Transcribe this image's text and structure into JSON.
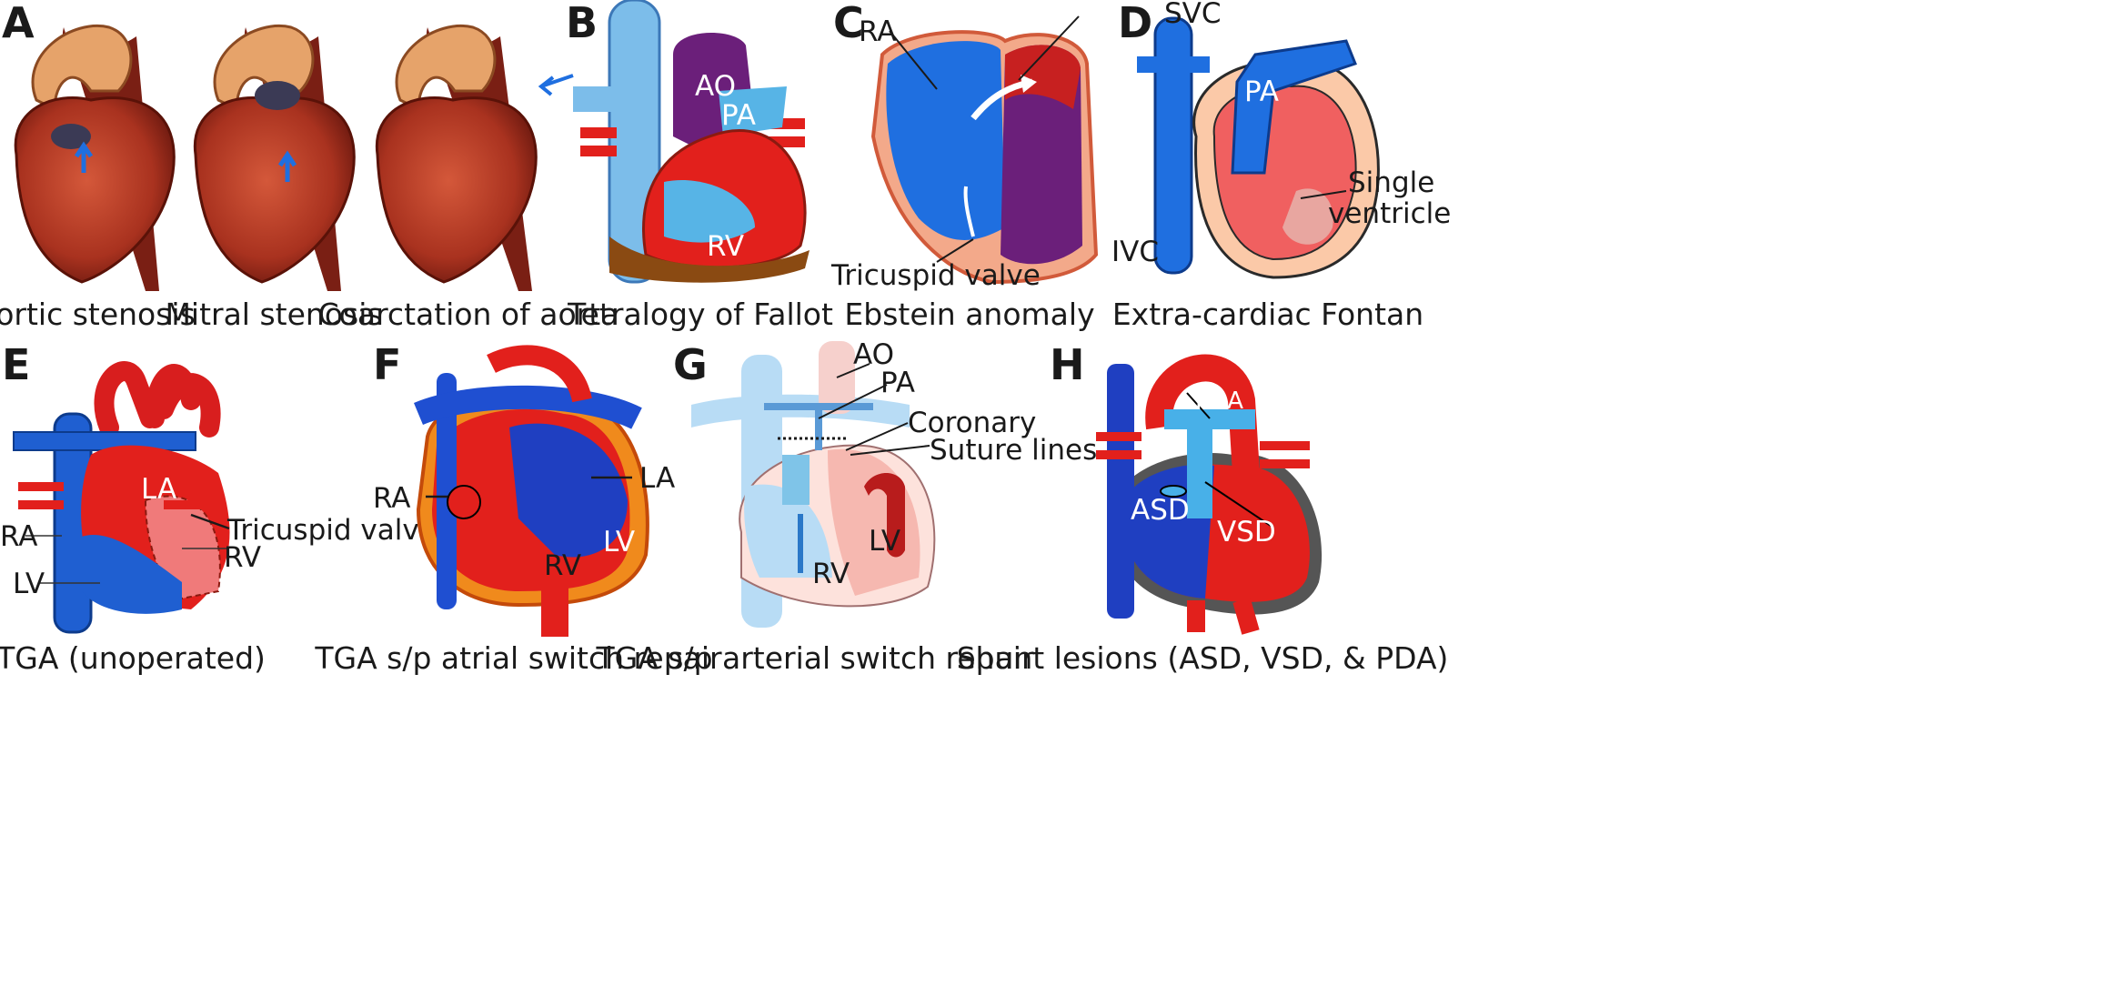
{
  "panels": {
    "A": {
      "letter": "A",
      "captions": [
        "Aortic stenosis",
        "Mitral stenosis",
        "Coarctation of aorta"
      ]
    },
    "B": {
      "letter": "B",
      "caption": "Tetralogy of Fallot",
      "labels": {
        "ao": "AO",
        "pa": "PA",
        "rv": "RV"
      }
    },
    "C": {
      "letter": "C",
      "caption": "Ebstein anomaly",
      "labels": {
        "ra": "RA",
        "tricuspid": "Tricuspid valve"
      }
    },
    "D": {
      "letter": "D",
      "caption": "Extra-cardiac Fontan",
      "labels": {
        "svc": "SVC",
        "pa": "PA",
        "ivc": "IVC",
        "single": "Single",
        "ventricle": "ventricle"
      }
    },
    "E": {
      "letter": "E",
      "caption": "CCTGA (unoperated)",
      "labels": {
        "la": "LA",
        "ra": "RA",
        "lv": "LV",
        "rv": "RV",
        "tricuspid": "Tricuspid valve"
      }
    },
    "F": {
      "letter": "F",
      "caption": "TGA s/p atrial switch repair",
      "labels": {
        "ra": "RA",
        "la": "LA",
        "lv": "LV",
        "rv": "RV"
      }
    },
    "G": {
      "letter": "G",
      "caption": "TGA s/p arterial switch repair",
      "labels": {
        "ao": "AO",
        "pa": "PA",
        "coronary": "Coronary",
        "suture": "Suture lines",
        "rv": "RV",
        "lv": "LV"
      }
    },
    "H": {
      "letter": "H",
      "caption": "Shunt lesions (ASD, VSD, & PDA)",
      "labels": {
        "pda": "PDA",
        "asd": "ASD",
        "vsd": "VSD"
      }
    }
  },
  "colors": {
    "heart_red": "#c0392b",
    "heart_dark": "#7a1f14",
    "blue": "#1f5fd1",
    "light_blue": "#6fb3e8",
    "purple": "#6b1f7a",
    "bright_red": "#e2201c",
    "pink": "#f08a8a"
  }
}
